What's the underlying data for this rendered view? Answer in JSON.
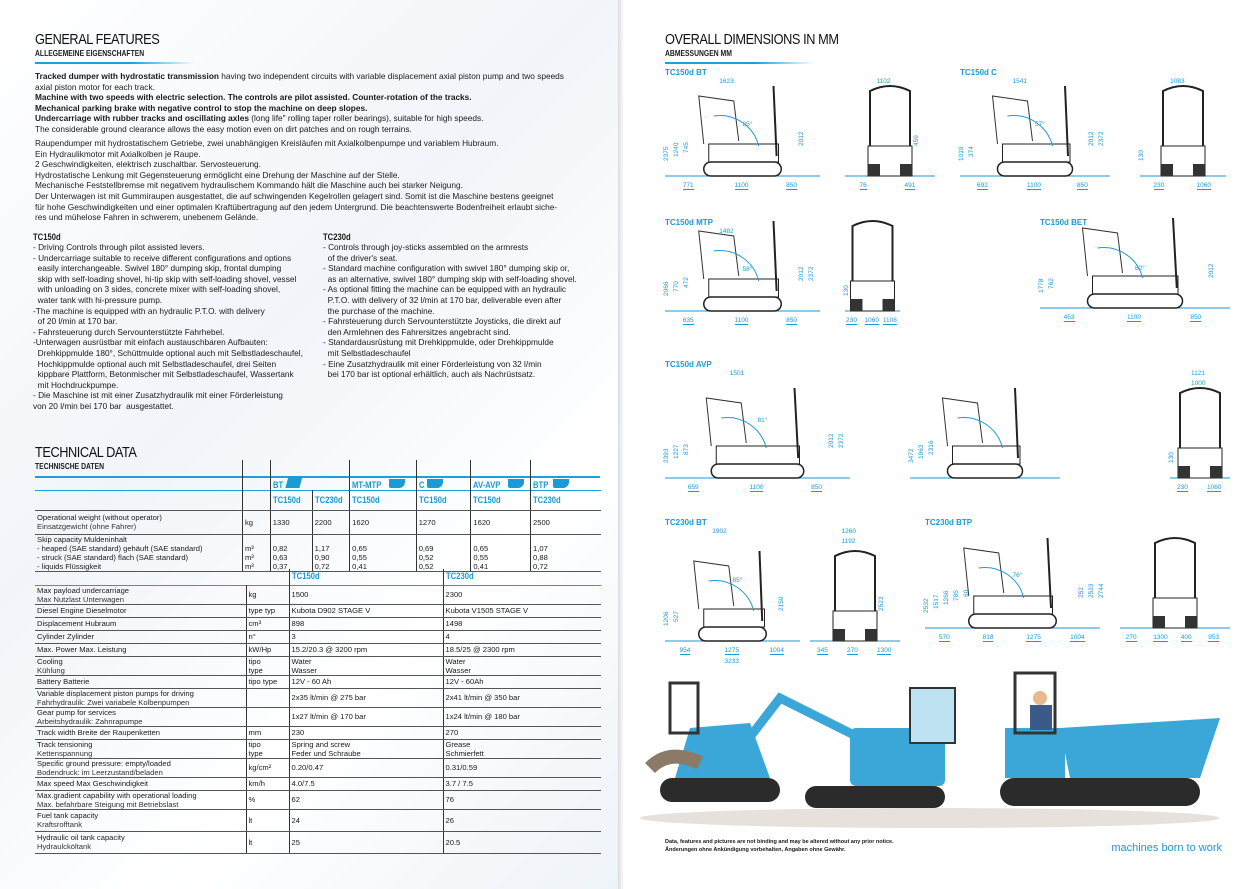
{
  "general": {
    "title": "GENERAL FEATURES",
    "subtitle": "ALLEGEMEINE EIGENSCHAFTEN",
    "en": [
      {
        "b": "Tracked dumper with hydrostatic transmission",
        "t": " having two independent circuits with variable displacement axial piston pump and two speeds"
      },
      {
        "b": "",
        "t": "axial piston motor for each track."
      },
      {
        "b": "Machine with two speeds with electric selection. The controls are pilot assisted. Counter-rotation of the tracks.",
        "t": ""
      },
      {
        "b": "Mechanical parking brake with negative control to stop the machine on deep slopes.",
        "t": ""
      },
      {
        "b": "Undercarriage with  rubber tracks and oscillating axles",
        "t": " (long life\" rolling taper roller bearings), suitable for high speeds."
      },
      {
        "b": "",
        "t": "The considerable ground clearance allows the easy motion even on dirt patches and on rough terrains."
      }
    ],
    "de": [
      "Raupendumper mit hydrostatischem Getriebe, zwei unabhängigen Kreisläufen mit Axialkolbenpumpe und variablem Hubraum.",
      "Ein Hydraulikmotor mit Axialkolben je Raupe.",
      "2 Geschwindigkeiten, elektrisch zuschaltbar. Servosteuerung.",
      "Hydrostatische Lenkung mit Gegensteuerung ermöglicht eine Drehung der Maschine auf der Stelle.",
      "Mechanische Feststellbremse mit negativem hydraulischem Kommando hält die Maschine auch bei starker Neigung.",
      "Der Unterwagen ist mit Gummiraupen ausgestattet, die auf schwingenden Kegelrollen gelagert sind. Somit ist die Maschine bestens geeignet",
      "für hohe Geschwindigkeiten und einer optimalen Kraftübertragung auf den jedem Untergrund. Die beachtenswerte Bodenfreiheit erlaubt siche-",
      "res und mühelose Fahren in schwerem, unebenem Gelände."
    ]
  },
  "models": [
    {
      "title": "TC150d",
      "lines": [
        "- Driving Controls through pilot assisted levers.",
        "- Undercarriage suitable to receive different configurations and options",
        "  easily interchangeable. Swivel 180° dumping skip, frontal dumping",
        "  skip with self-loading shovel, hi-tip skip with self-loading shovel, vessel",
        "  with unloading on 3 sides, concrete mixer with self-loading shovel,",
        "  water tank with hi-pressure pump.",
        "-The machine is equipped with an hydraulic P.T.O. with delivery",
        "  of 20 l/min at 170 bar.",
        "- Fahrsteuerung durch Servounterstützte Fahrhebel.",
        "-Unterwagen ausrüstbar mit einfach austauschbaren Aufbauten:",
        "  Drehkippmulde 180°, Schüttmulde optional auch mit Selbstladeschaufel,",
        "  Hochkippmulde optional auch mit Selbstladeschaufel, drei Seiten",
        "  kippbare Plattform, Betonmischer mit Selbstladeschaufel, Wassertank",
        "  mit Hochdruckpumpe.",
        "- Die Maschine ist mit einer Zusatzhydraulik mit einer Förderleistung",
        "von 20 l/min bei 170 bar  ausgestattet."
      ]
    },
    {
      "title": "TC230d",
      "lines": [
        "- Controls through joy-sticks assembled on the armrests",
        "  of the driver's seat.",
        "- Standard machine configuration with swivel 180° dumping skip or,",
        "  as an alternative, swivel 180° dumping skip with self-loading shovel.",
        "- As optional fitting the machine can be equipped with an hydraulic",
        "  P.T.O. with delivery of 32 l/min at 170 bar, deliverable even after",
        "  the purchase of the machine.",
        "- Fahrsteuerung durch Servounterstützte Joysticks, die direkt auf",
        "  den Armlehnen des Fahrersitzes angebracht sind.",
        "- Standardausrüstung mit Drehkippmulde, oder Drehkippmulde",
        "  mit Selbstladeschaufel",
        "- Eine Zusatzhydraulik mit einer Förderleistung von 32 l/min",
        "  bei 170 bar ist optional erhältlich, auch als Nachrüstsatz."
      ]
    }
  ],
  "tech": {
    "title": "TECHNICAL DATA",
    "subtitle": "TECHNISCHE DATEN",
    "configs": [
      "BT",
      "MT-MTP",
      "C",
      "AV-AVP",
      "BTP"
    ],
    "cols": [
      "TC150d",
      "TC230d",
      "TC150d",
      "TC150d",
      "TC150d",
      "TC230d"
    ],
    "weight": {
      "en": "Operational weight (without operator)",
      "de": "Einsatzgewicht (ohne Fahrer)",
      "unit": "kg",
      "values": [
        "1330",
        "2200",
        "1620",
        "1270",
        "1620",
        "2500"
      ]
    },
    "skip": {
      "label": "Skip capacity Muldeninhalt",
      "rows": [
        {
          "label": "- heaped (SAE standard) gehäuft (SAE standard)",
          "unit": "m³",
          "values": [
            "0,82",
            "1,17",
            "0,65",
            "0,69",
            "0,65",
            "1,07"
          ]
        },
        {
          "label": "- struck (SAE standard) flach (SAE standard)",
          "unit": "m³",
          "values": [
            "0,63",
            "0,90",
            "0,55",
            "0,52",
            "0,55",
            "0,88"
          ]
        },
        {
          "label": "- liquids Flüssigkeit",
          "unit": "m³",
          "values": [
            "0,37",
            "0,72",
            "0,41",
            "0,52",
            "0,41",
            "0,72"
          ]
        }
      ]
    }
  },
  "specs": {
    "cols": [
      "TC150d",
      "TC230d"
    ],
    "rows": [
      {
        "en": "Max payload undercarriage",
        "de": "Max Nutzlast Unterwagen",
        "unit": "kg",
        "a": "1500",
        "b": "2300"
      },
      {
        "en": "Diesel Engine Dieselmotor",
        "de": "",
        "unit": "type typ",
        "a": "Kubota D902 STAGE V",
        "b": "Kubota V1505 STAGE V"
      },
      {
        "en": "Displacement Hubraum",
        "de": "",
        "unit": "cm³",
        "a": "898",
        "b": "1498"
      },
      {
        "en": "Cylinder Zylinder",
        "de": "",
        "unit": "n°",
        "a": "3",
        "b": "4"
      },
      {
        "en": "Max. Power Max. Leistung",
        "de": "",
        "unit": "kW/Hp",
        "a": "15.2/20.3 @ 3200 rpm",
        "b": "18.5/25 @ 2300 rpm"
      },
      {
        "en": "Cooling",
        "de": "Kühlung",
        "unit": "tipo",
        "unit2": "type",
        "a": "Water",
        "a2": "Wasser",
        "b": "Water",
        "b2": "Wasser"
      },
      {
        "en": "Battery Batterie",
        "de": "",
        "unit": "tipo type",
        "a": "12V - 60 Ah",
        "b": "12V - 60Ah"
      },
      {
        "en": "Variable displacement piston pumps for driving",
        "de": "Fahrhydraulik: Zwei variabele Kolbenpumpen",
        "unit": "",
        "a": "2x35 lt/min @ 275 bar",
        "b": "2x41 lt/min @ 350 bar"
      },
      {
        "en": "Gear pump for services",
        "de": "Arbeitshydraulik: Zahnrapumpe",
        "unit": "",
        "a": "1x27 lt/min @ 170 bar",
        "b": "1x24 lt/min @ 180 bar"
      },
      {
        "en": "Track width Breite der Raupenketten",
        "de": "",
        "unit": "mm",
        "a": "230",
        "b": "270"
      },
      {
        "en": "Track tensioning",
        "de": "Kettenspannung",
        "unit": "tipo",
        "unit2": "type",
        "a": "Spring and screw",
        "a2": "Feder und Schraube",
        "b": "Grease",
        "b2": "Schmierfett"
      },
      {
        "en": "Specific ground pressure: empty/loaded",
        "de": "Bodendruck: im Leerzustand/beladen",
        "unit": "kg/cm²",
        "a": "0.20/0.47",
        "b": "0.31/0.59"
      },
      {
        "en": "Max speed Max Geschwindigkeit",
        "de": "",
        "unit": "km/h",
        "a": "4.0/7.5",
        "b": "3.7 / 7.5"
      },
      {
        "en": "Max.gradient capability with operational loading",
        "de": "Max. befahrbare Steigung mit Betriebslast",
        "unit": "%",
        "a": "62",
        "b": "76"
      },
      {
        "en": "Fuel tank capacity",
        "de": "Kraftsrofftank",
        "unit": "lt",
        "a": "24",
        "b": "26"
      },
      {
        "en": "Hydraulic oil tank capacity",
        "de": "Hydraulcköltank",
        "unit": "lt",
        "a": "25",
        "b": "20.5"
      }
    ]
  },
  "dimensions": {
    "title": "OVERALL DIMENSIONS IN MM",
    "subtitle": "ABMESSUNGEN MM",
    "views": [
      {
        "title": "TC150d BT",
        "type": "side",
        "top": "1623",
        "angle": "85°",
        "bottom": [
          "771",
          "1100",
          "850"
        ],
        "left": [
          "2375",
          "1240",
          "745"
        ],
        "right": [
          "2012"
        ]
      },
      {
        "title": "",
        "type": "front",
        "top": "1102",
        "bottom": [
          "76",
          "491"
        ],
        "left": [],
        "right": [
          "459"
        ]
      },
      {
        "title": "TC150d C",
        "type": "side",
        "top": "1541",
        "angle": "57°",
        "bottom": [
          "692",
          "1100",
          "850"
        ],
        "left": [
          "1019",
          "374"
        ],
        "right": [
          "2012",
          "2372"
        ]
      },
      {
        "title": "",
        "type": "front",
        "top": "1083",
        "bottom": [
          "230",
          "1060"
        ],
        "left": [
          "130"
        ],
        "right": []
      },
      {
        "title": "TC150d MTP",
        "type": "side",
        "top": "1482",
        "angle": "58°",
        "bottom": [
          "635",
          "1100",
          "850"
        ],
        "left": [
          "2066",
          "770",
          "472"
        ],
        "right": [
          "2012",
          "2372"
        ]
      },
      {
        "title": "",
        "type": "front",
        "top": "",
        "bottom": [
          "230",
          "1060",
          "1108"
        ],
        "left": [
          "130"
        ],
        "right": []
      },
      {
        "title": "TC150d BET",
        "type": "side",
        "top": "",
        "angle": "82°",
        "bottom": [
          "453",
          "1100",
          "850"
        ],
        "left": [
          "1778",
          "762"
        ],
        "right": [
          "2012"
        ]
      },
      {
        "title": "TC150d AVP",
        "type": "side",
        "top": "1501",
        "angle": "81°",
        "bottom": [
          "659",
          "1100",
          "850"
        ],
        "left": [
          "2393",
          "1227",
          "873"
        ],
        "right": [
          "2012",
          "2372"
        ]
      },
      {
        "title": "",
        "type": "lift",
        "top": "",
        "bottom": [],
        "left": [
          "3472",
          "1963",
          "2316"
        ],
        "right": []
      },
      {
        "title": "",
        "type": "front",
        "top": "1121",
        "top2": "1000",
        "bottom": [
          "230",
          "1060"
        ],
        "left": [
          "130"
        ],
        "right": []
      },
      {
        "title": "TC230d BT",
        "type": "side",
        "top": "1902",
        "angle": "85°",
        "bottom": [
          "954",
          "1275",
          "1004"
        ],
        "total": "3233",
        "left": [
          "1206",
          "527"
        ],
        "right": [
          "2150"
        ]
      },
      {
        "title": "",
        "type": "front",
        "top": "1260",
        "top2": "1192",
        "bottom": [
          "345",
          "270",
          "1300"
        ],
        "left": [],
        "right": [
          "2523"
        ]
      },
      {
        "title": "TC230d BTP",
        "type": "side",
        "top": "",
        "angle": "76°",
        "bottom": [
          "570",
          "818",
          "1275",
          "1004"
        ],
        "left": [
          "2532",
          "1517",
          "1266",
          "785",
          "60"
        ],
        "right": [
          "252",
          "2523",
          "2744"
        ]
      },
      {
        "title": "",
        "type": "front",
        "top": "",
        "bottom": [
          "270",
          "1300",
          "400",
          "953"
        ],
        "left": [],
        "right": []
      }
    ]
  },
  "footer": {
    "note_en": "Data, features and pictures are not binding and may be altered without any prior notice.",
    "note_de": "Änderungen ohne Ankündigung vorbehalten, Angaben ohne Gewähr.",
    "slogan": "machines born to work"
  },
  "colors": {
    "accent": "#1a9ad6",
    "machine": "#3aa7d8"
  }
}
